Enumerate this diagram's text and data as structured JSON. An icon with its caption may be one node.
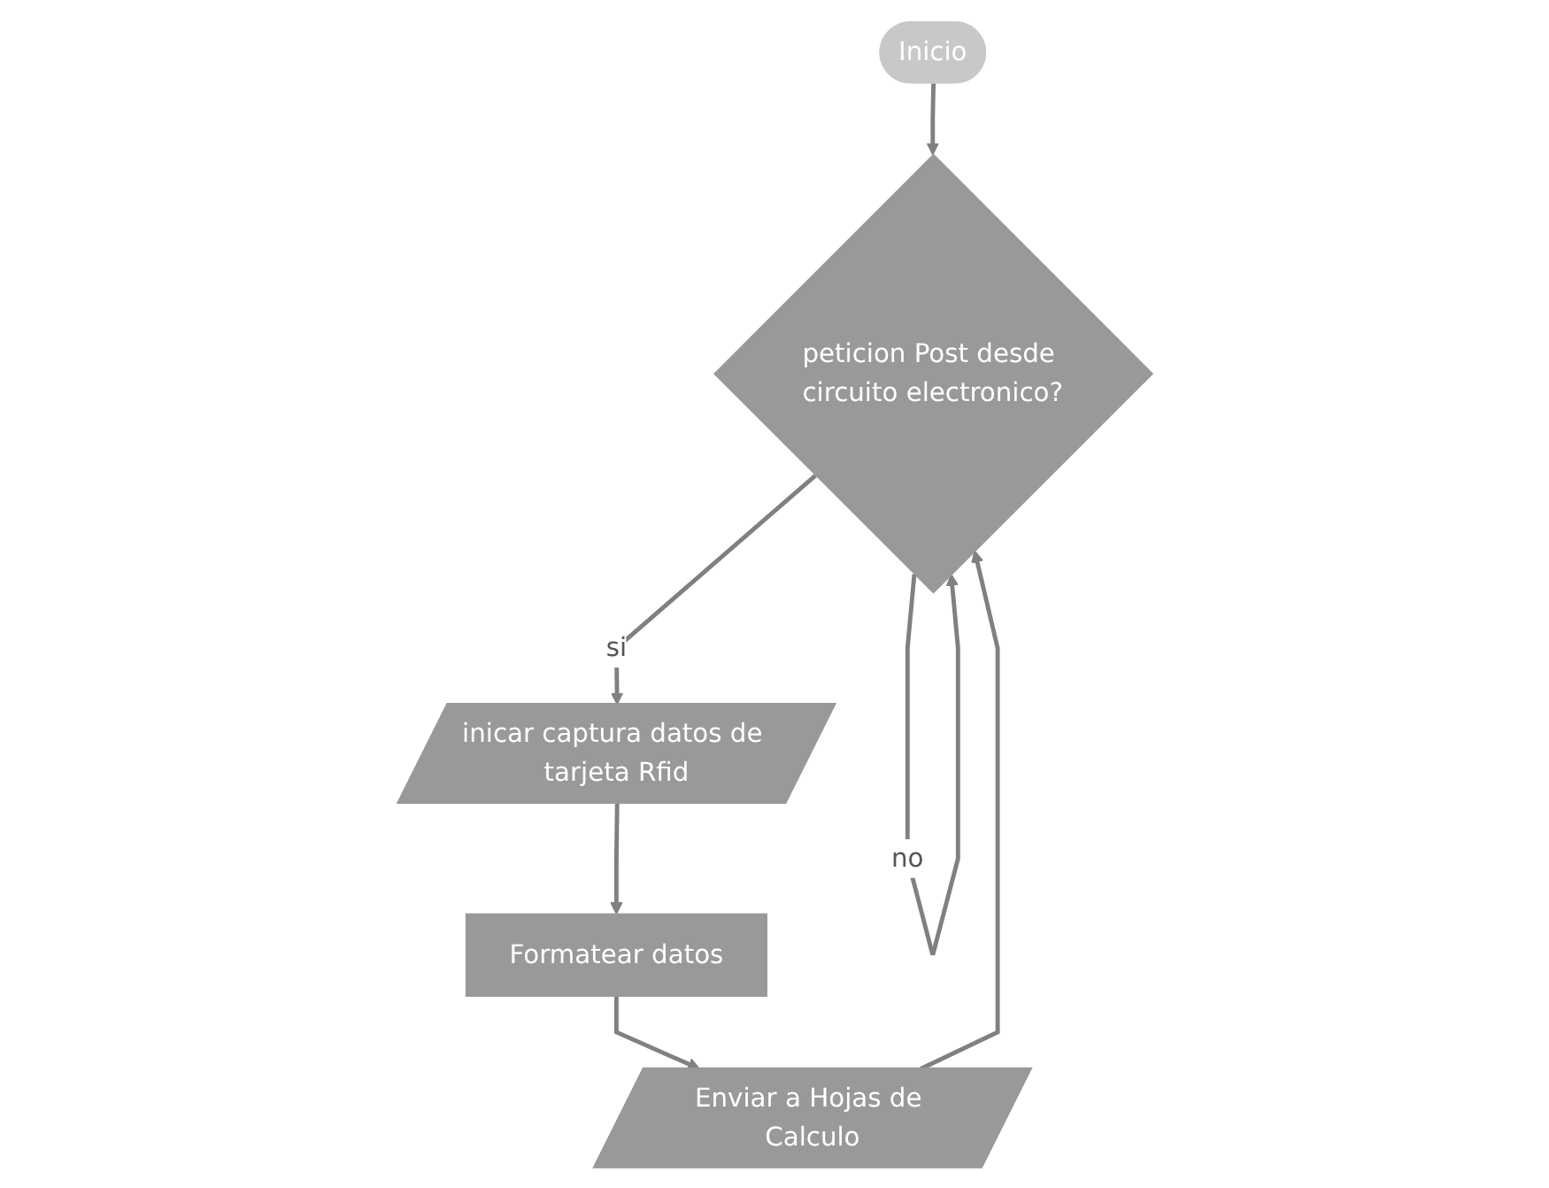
{
  "diagram": {
    "nodes": [
      {
        "text": [
          "Inicio"
        ]
      },
      {
        "text": [
          "peticion Post desde circuito electronico?"
        ]
      },
      {
        "text": [
          "inicar captura datos de tarjeta Rfid"
        ]
      },
      {
        "text": [
          "Formatear datos"
        ]
      },
      {
        "text": [
          "Enviar a Hojas de Calculo"
        ]
      }
    ],
    "edges": [
      {
        "from": 0,
        "to": 1,
        "arrow": "to"
      },
      {
        "from": 1,
        "to": 1,
        "label": "no",
        "arrow": "to"
      },
      {
        "from": 1,
        "to": 2,
        "label": "si",
        "arrow": "to"
      },
      {
        "from": 2,
        "to": 3,
        "arrow": "to"
      },
      {
        "from": 3,
        "to": 4,
        "arrow": "to"
      },
      {
        "from": 4,
        "to": 1,
        "arrow": "to"
      }
    ]
  }
}
